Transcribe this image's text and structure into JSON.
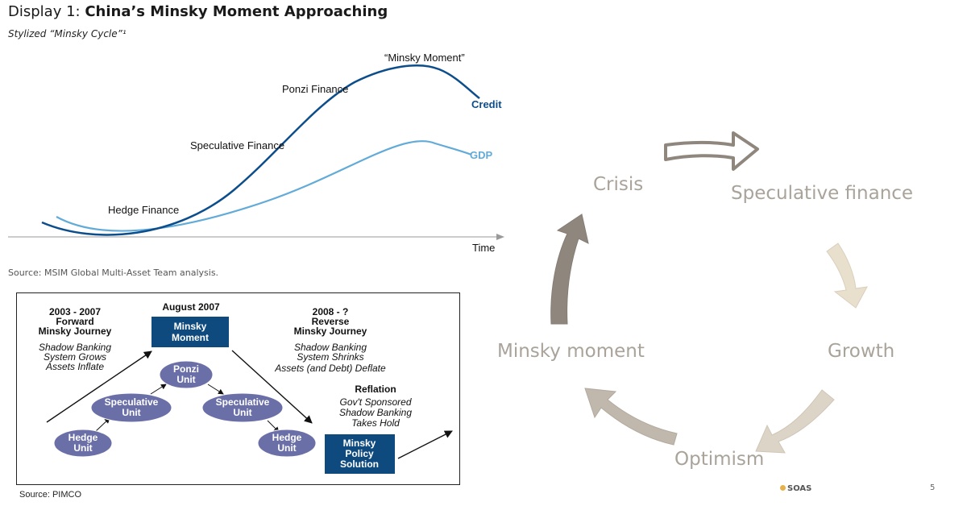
{
  "display": {
    "prefix": "Display 1: ",
    "title": "China’s Minsky Moment Approaching",
    "subtitle": "Stylized “Minsky Cycle”¹",
    "source": "Source: MSIM Global Multi-Asset Team analysis."
  },
  "chart_data": {
    "type": "line",
    "title": "China’s Minsky Moment Approaching",
    "subtitle": "Stylized “Minsky Cycle”¹",
    "xlabel": "Time",
    "ylabel": "",
    "series": [
      {
        "name": "Credit",
        "color": "#0c4d8c"
      },
      {
        "name": "GDP",
        "color": "#62abd8"
      }
    ],
    "annotations": [
      "Hedge Finance",
      "Speculative Finance",
      "Ponzi Finance",
      "“Minsky Moment”"
    ]
  },
  "pimco": {
    "forward": {
      "title": [
        "2003 - 2007",
        "Forward",
        "Minsky Journey"
      ],
      "lines": [
        "Shadow Banking",
        "System Grows",
        "Assets Inflate"
      ]
    },
    "moment": {
      "date": "August 2007",
      "label": [
        "Minsky",
        "Moment"
      ]
    },
    "reverse": {
      "title": [
        "2008 - ?",
        "Reverse",
        "Minsky Journey"
      ],
      "lines": [
        "Shadow Banking",
        "System Shrinks",
        "Assets (and Debt) Deflate"
      ]
    },
    "reflation": {
      "title": "Reflation",
      "lines": [
        "Gov't Sponsored",
        "Shadow Banking",
        "Takes Hold"
      ]
    },
    "units": {
      "hedge_left": [
        "Hedge",
        "Unit"
      ],
      "speculative_left": [
        "Speculative",
        "Unit"
      ],
      "ponzi": [
        "Ponzi",
        "Unit"
      ],
      "speculative_right": [
        "Speculative",
        "Unit"
      ],
      "hedge_right": [
        "Hedge",
        "Unit"
      ]
    },
    "policy": [
      "Minsky",
      "Policy",
      "Solution"
    ],
    "source": "Source: PIMCO"
  },
  "cycle": {
    "crisis": "Crisis",
    "speculative": "Speculative finance",
    "growth": "Growth",
    "optimism": "Optimism",
    "minsky": "Minsky moment"
  },
  "footer": {
    "logo": "SOAS",
    "page": "5"
  }
}
